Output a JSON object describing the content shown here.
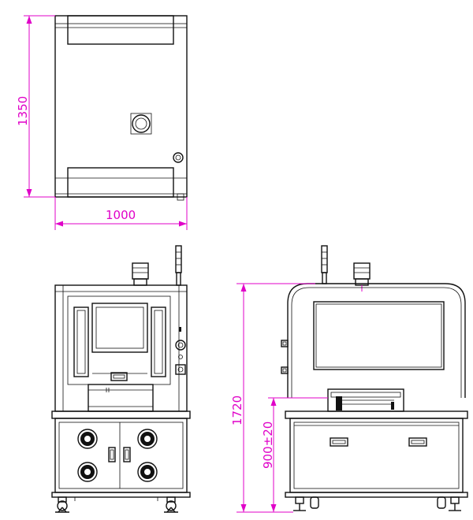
{
  "dimensions": {
    "depth": "1350",
    "width": "1000",
    "height": "1720",
    "table_height": "900±20"
  },
  "colors": {
    "dimension": "#e000c8",
    "line": "#111111"
  }
}
